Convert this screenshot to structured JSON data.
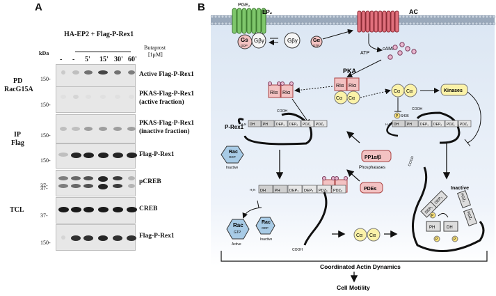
{
  "panel_a": {
    "letter": "A",
    "treatment_header": "HA-EP2 + Flag-P-Rex1",
    "lane_labels": [
      "-",
      "-",
      "5'",
      "15'",
      "30'",
      "60'"
    ],
    "kda_label": "kDa",
    "agonist_line1": "Butaprost",
    "agonist_line2": "[1μM]",
    "group_pd": [
      "PD",
      "RacG15A"
    ],
    "group_ip": [
      "IP",
      "Flag"
    ],
    "group_tcl": "TCL",
    "blots": [
      {
        "label_lines": [
          "Active Flag-P-Rex1"
        ],
        "marker": "150-"
      },
      {
        "label_lines": [
          "PKAS-Flag-P-Rex1",
          "(active fraction)"
        ],
        "marker": "150-"
      },
      {
        "label_lines": [
          "PKAS-Flag-P-Rex1",
          "(inactive fraction)"
        ],
        "marker": "150-"
      },
      {
        "label_lines": [
          "Flag-P-Rex1"
        ],
        "marker": "150-"
      },
      {
        "label_lines": [
          "pCREB"
        ],
        "marker": "37-"
      },
      {
        "label_lines": [
          "CREB"
        ],
        "marker": "37-"
      },
      {
        "label_lines": [
          "Flag-P-Rex1"
        ],
        "marker": "150-"
      }
    ]
  },
  "panel_b": {
    "letter": "B",
    "pge2": "PGE₂",
    "ep2": "EP₂",
    "ac": "AC",
    "gs": "Gs",
    "gs_gdp": "GDP",
    "gbg": "Gβγ",
    "gbg_free": "Gβγ",
    "galpha": "Gα",
    "galpha_gtp": "GTP",
    "atp": "ATP",
    "camp": "cAMP",
    "pka": "PKA",
    "ri": "RIα",
    "ca": "Cα",
    "kinases": "Kinases",
    "s436": "S436",
    "p_rex1": "P-Rex1",
    "cooh": "COOH",
    "h2n": "H₂N",
    "domains": [
      "DH",
      "PH",
      "DEP₁",
      "DEP₂",
      "PDZ₁",
      "PDZ₂"
    ],
    "rac_gdp_inactive": [
      "Rac",
      "GDP",
      "Inactive"
    ],
    "pp1": "PP1α/β",
    "phosphatases": "Phosphatases",
    "pdes": "PDEs",
    "rac_active": [
      "Rac",
      "GTP",
      "Active"
    ],
    "rac_inactive": [
      "Rac",
      "GDP",
      "Inactive"
    ],
    "inactive": "Inactive",
    "p": "P",
    "actin": "Coordinated Actin Dynamics",
    "motility": "Cell Motility"
  },
  "colors": {
    "receptor_green": "#7ec66b",
    "ac_red": "#e0707c",
    "pka_pink": "#f3c2c2",
    "ca_yellow": "#fbf2a8",
    "rac_blue": "#a8cbe6",
    "membrane": "#9aa9bb",
    "cytoplasm": "#e3ecf7"
  }
}
